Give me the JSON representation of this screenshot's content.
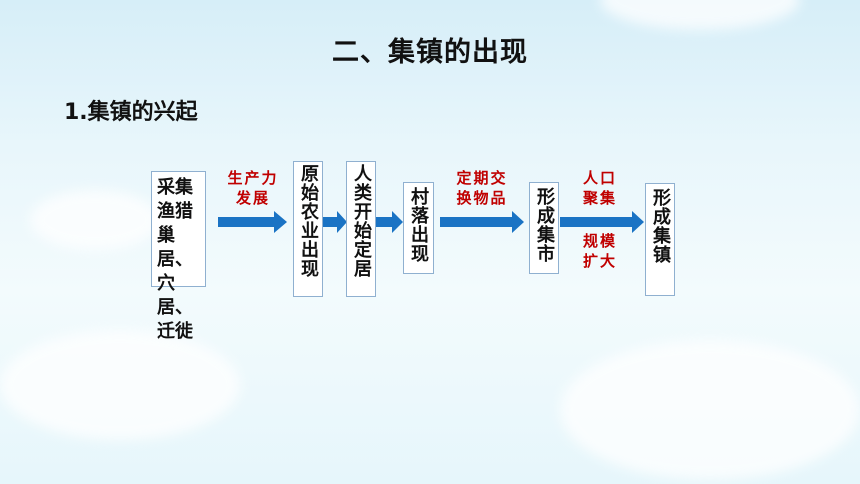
{
  "title": "二、集镇的出现",
  "subtitle": "1.集镇的兴起",
  "boxes": {
    "b1": "采集渔猎巢居、穴居、迁徙",
    "b2": "原始农业出现",
    "b3": "人类开始定居",
    "b4": "村落出现",
    "b5": "形成集市",
    "b6": "形成集镇"
  },
  "labels": {
    "l1a": "生产力",
    "l1b": "发展",
    "l2a": "定期交",
    "l2b": "换物品",
    "l3a": "人口",
    "l3b": "聚集",
    "l4a": "规模",
    "l4b": "扩大"
  },
  "colors": {
    "arrow": "#1a73c4",
    "label": "#c00000",
    "box_border": "#8fb0d0"
  }
}
